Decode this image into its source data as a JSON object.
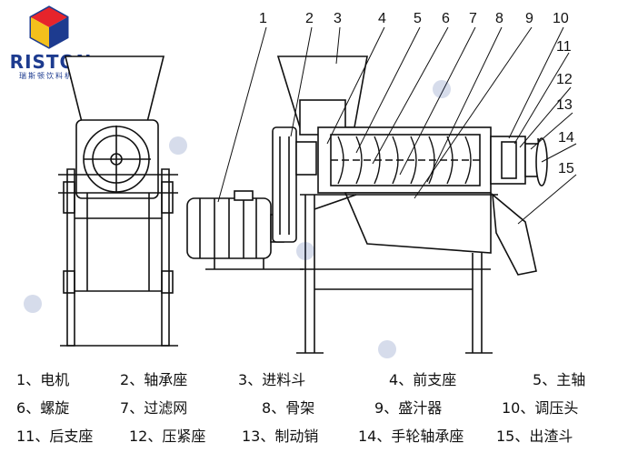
{
  "brand": {
    "name": "RISTON",
    "subtitle": "瑞斯顿饮料机械",
    "color": "#1d3b8f"
  },
  "callouts": [
    "1",
    "2",
    "3",
    "4",
    "5",
    "6",
    "7",
    "8",
    "9",
    "10",
    "11",
    "12",
    "13",
    "14",
    "15"
  ],
  "legend": [
    {
      "num": "1",
      "label": "电机"
    },
    {
      "num": "2",
      "label": "轴承座"
    },
    {
      "num": "3",
      "label": "进料斗"
    },
    {
      "num": "4",
      "label": "前支座"
    },
    {
      "num": "5",
      "label": "主轴"
    },
    {
      "num": "6",
      "label": "螺旋"
    },
    {
      "num": "7",
      "label": "过滤网"
    },
    {
      "num": "8",
      "label": "骨架"
    },
    {
      "num": "9",
      "label": "盛汁器"
    },
    {
      "num": "10",
      "label": "调压头"
    },
    {
      "num": "11",
      "label": "后支座"
    },
    {
      "num": "12",
      "label": "压紧座"
    },
    {
      "num": "13",
      "label": "制动销"
    },
    {
      "num": "14",
      "label": "手轮轴承座"
    },
    {
      "num": "15",
      "label": "出渣斗"
    }
  ],
  "legend_separator": "、"
}
